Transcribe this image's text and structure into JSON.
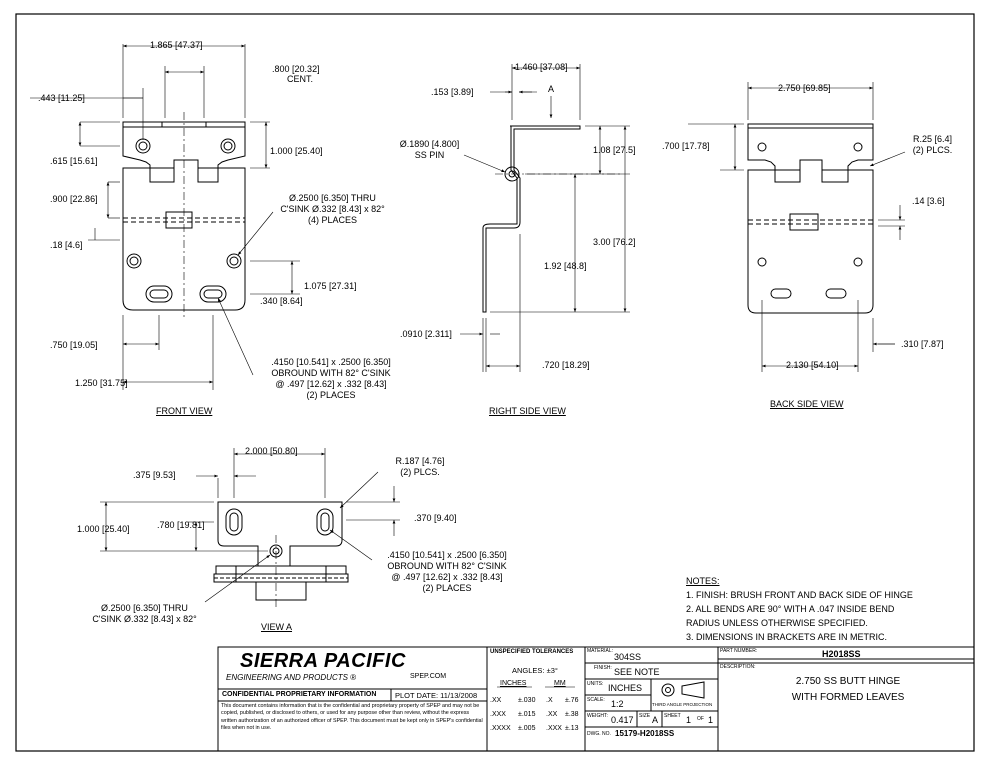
{
  "views": {
    "front": {
      "title": "FRONT VIEW",
      "dims": {
        "width_top": "1.865",
        "width_top_mm": "47.37",
        "cent": ".800",
        "cent_mm": "20.32",
        "cent_label": "CENT.",
        "d443": ".443",
        "d443_mm": "11.25",
        "d615": ".615",
        "d615_mm": "15.61",
        "d900": ".900",
        "d900_mm": "22.86",
        "d18": ".18",
        "d18_mm": "4.6",
        "d1000": "1.000",
        "d1000_mm": "25.40",
        "d1075": "1.075",
        "d1075_mm": "27.31",
        "d340": ".340",
        "d340_mm": "8.64",
        "d750": ".750",
        "d750_mm": "19.05",
        "d1250": "1.250",
        "d1250_mm": "31.75"
      },
      "hole_note": [
        "Ø.2500 [6.350] THRU",
        "C'SINK Ø.332 [8.43] x 82°",
        "(4) PLACES"
      ],
      "obround_note": [
        ".4150 [10.541] x .2500 [6.350]",
        "OBROUND WITH 82° C'SINK",
        "@ .497 [12.62] x .332 [8.43]",
        "(2) PLACES"
      ]
    },
    "right": {
      "title": "RIGHT SIDE VIEW",
      "dims": {
        "d1460": "1.460",
        "d1460_mm": "37.08",
        "d153": ".153",
        "d153_mm": "3.89",
        "a_label": "A",
        "pin": "Ø.1890",
        "pin_mm": "4.800",
        "pin_label": "SS PIN",
        "d108": "1.08",
        "d108_mm": "27.5",
        "d300": "3.00",
        "d300_mm": "76.2",
        "d192": "1.92",
        "d192_mm": "48.8",
        "d0910": ".0910",
        "d0910_mm": "2.311",
        "d720": ".720",
        "d720_mm": "18.29"
      }
    },
    "back": {
      "title": "BACK SIDE VIEW",
      "dims": {
        "d2750": "2.750",
        "d2750_mm": "69.85",
        "d700": ".700",
        "d700_mm": "17.78",
        "r25": "R.25",
        "r25_mm": "6.4",
        "r25_note": "(2) PLCS.",
        "d14": ".14",
        "d14_mm": "3.6",
        "d2130": "2.130",
        "d2130_mm": "54.10",
        "d310": ".310",
        "d310_mm": "7.87"
      }
    },
    "viewa": {
      "title": "VIEW A",
      "dims": {
        "d2000": "2.000",
        "d2000_mm": "50.80",
        "d375": ".375",
        "d375_mm": "9.53",
        "r187": "R.187",
        "r187_mm": "4.76",
        "r187_note": "(2) PLCS.",
        "d1000": "1.000",
        "d1000_mm": "25.40",
        "d780": ".780",
        "d780_mm": "19.81",
        "d370": ".370",
        "d370_mm": "9.40"
      },
      "obround_note": [
        ".4150 [10.541] x .2500 [6.350]",
        "OBROUND WITH 82° C'SINK",
        "@ .497 [12.62] x .332 [8.43]",
        "(2) PLACES"
      ],
      "hole_note": [
        "Ø.2500 [6.350] THRU",
        "C'SINK Ø.332 [8.43] x 82°"
      ]
    }
  },
  "notes": {
    "heading": "NOTES:",
    "items": [
      "1.  FINISH: BRUSH FRONT AND BACK SIDE OF HINGE",
      "2.  ALL BENDS ARE 90° WITH  A .047 INSIDE BEND",
      "     RADIUS UNLESS OTHERWISE SPECIFIED.",
      "3.  DIMENSIONS IN BRACKETS ARE IN METRIC."
    ]
  },
  "titleblock": {
    "company": "SIERRA PACIFIC",
    "company_sub": "ENGINEERING AND PRODUCTS",
    "registered": "®",
    "website": "SPEP.COM",
    "confidential": "CONFIDENTIAL PROPRIETARY INFORMATION",
    "plot_date": "PLOT DATE: 11/13/2008",
    "legal": "This document contains information that is the confidential and proprietary property of SPEP and may not be copied, published, or disclosed to others, or used for any purpose other than review, without the express written authorization of an authorized officer of SPEP. This document must be kept only in SPEP's confidential files when not in use.",
    "tolerances": {
      "heading": "UNSPECIFIED TOLERANCES",
      "angles": "ANGLES: ±3°",
      "inches_hdr": "INCHES",
      "mm_hdr": "MM",
      "rows": [
        {
          "in_fmt": ".XX",
          "in_tol": "±.030",
          "mm_fmt": ".X",
          "mm_tol": "±.76"
        },
        {
          "in_fmt": ".XXX",
          "in_tol": "±.015",
          "mm_fmt": ".XX",
          "mm_tol": "±.38"
        },
        {
          "in_fmt": ".XXXX",
          "in_tol": "±.005",
          "mm_fmt": ".XXX",
          "mm_tol": "±.13"
        }
      ]
    },
    "material_lbl": "MATERIAL:",
    "material": "304SS",
    "finish_lbl": "FINISH:",
    "finish": "SEE NOTE",
    "units_lbl": "UNITS:",
    "units": "INCHES",
    "scale_lbl": "SCALE:",
    "scale": "1:2",
    "projection": "THIRD ANGLE PROJECTION",
    "weight_lbl": "WEIGHT:",
    "weight": "0.417",
    "size_lbl": "SIZE",
    "size": "A",
    "sheet_lbl": "SHEET",
    "sheet": "1",
    "of_lbl": "OF",
    "of": "1",
    "dwg_lbl": "DWG. NO.",
    "dwg_no": "15179-H2018SS",
    "part_lbl": "PART NUMBER:",
    "part_no": "H2018SS",
    "desc_lbl": "DESCRIPTION:",
    "desc_line1": "2.750 SS BUTT HINGE",
    "desc_line2": "WITH FORMED LEAVES"
  }
}
